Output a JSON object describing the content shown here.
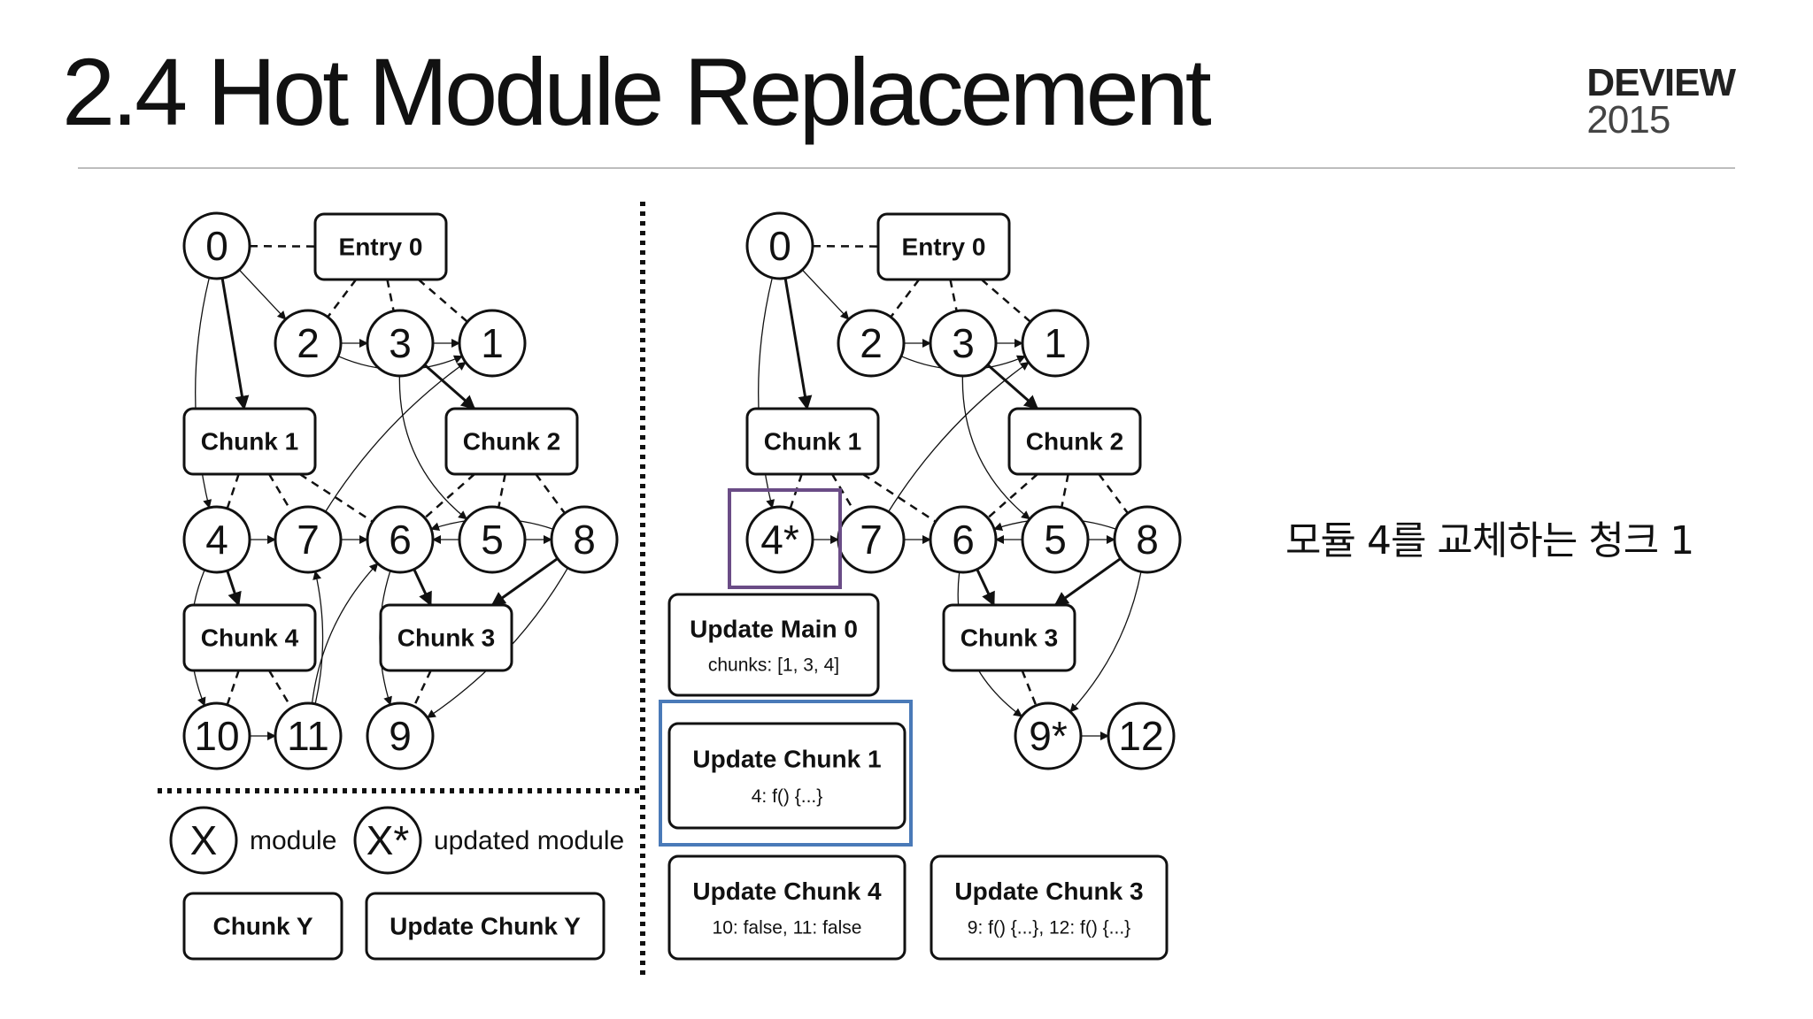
{
  "slide": {
    "title": "2.4 Hot Module Replacement",
    "brand": {
      "name": "DEVIEW",
      "year": "2015"
    },
    "caption": "모듈 4를 교체하는 청크 1"
  },
  "colors": {
    "highlight_module": "#6a4c86",
    "highlight_update": "#4a7ab8",
    "ink": "#111111",
    "rule": "#bdbdbd"
  },
  "diagram": {
    "left": {
      "modules": [
        "0",
        "2",
        "3",
        "1",
        "4",
        "7",
        "6",
        "5",
        "8",
        "10",
        "11",
        "9"
      ],
      "chunks": [
        "Entry 0",
        "Chunk 1",
        "Chunk 2",
        "Chunk 4",
        "Chunk 3"
      ]
    },
    "right": {
      "modules": [
        "0",
        "2",
        "3",
        "1",
        "4*",
        "7",
        "6",
        "5",
        "8",
        "9*",
        "12"
      ],
      "chunks": [
        "Entry 0",
        "Chunk 1",
        "Chunk 2",
        "Chunk 3"
      ],
      "updates": [
        {
          "title": "Update Main 0",
          "detail": "chunks: [1, 3, 4]"
        },
        {
          "title": "Update Chunk 1",
          "detail": "4: f() {...}"
        },
        {
          "title": "Update Chunk 4",
          "detail": "10: false, 11: false"
        },
        {
          "title": "Update Chunk 3",
          "detail": "9: f() {...}, 12: f() {...}"
        }
      ]
    },
    "legend": {
      "module_symbol": "X",
      "module_label": "module",
      "updated_symbol": "X*",
      "updated_label": "updated module",
      "chunk_label": "Chunk Y",
      "update_chunk_label": "Update Chunk Y"
    }
  }
}
